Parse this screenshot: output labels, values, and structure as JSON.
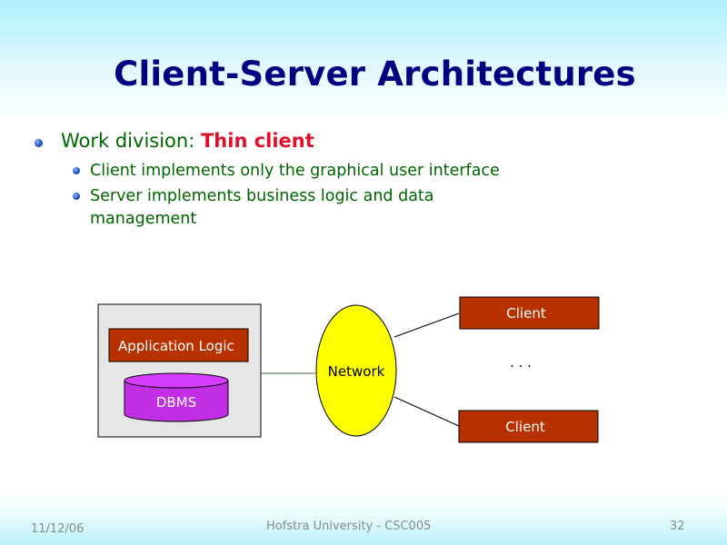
{
  "slide": {
    "title": "Client-Server Architectures",
    "bullets": {
      "level1": {
        "prefix": "Work division: ",
        "emphasis": "Thin client"
      },
      "level2": [
        "Client implements only the graphical user interface",
        "Server implements business logic and data management"
      ]
    }
  },
  "diagram": {
    "server_box": {
      "application_logic": "Application Logic",
      "dbms": "DBMS"
    },
    "network": "Network",
    "clients": [
      "Client",
      "Client"
    ],
    "ellipsis": ". . ."
  },
  "colors": {
    "title": "#000080",
    "body_text": "#006400",
    "emphasis": "#e0102a",
    "server_box_fill": "#e6e6e6",
    "app_logic_fill": "#b83200",
    "dbms_fill": "#c22ee4",
    "dbms_top_fill": "#d43cff",
    "network_fill": "#ffff00",
    "client_fill": "#b83200",
    "connector": "#2f5f2f"
  },
  "footer": {
    "date": "11/12/06",
    "center": "Hofstra University - CSC005",
    "page": "32"
  }
}
